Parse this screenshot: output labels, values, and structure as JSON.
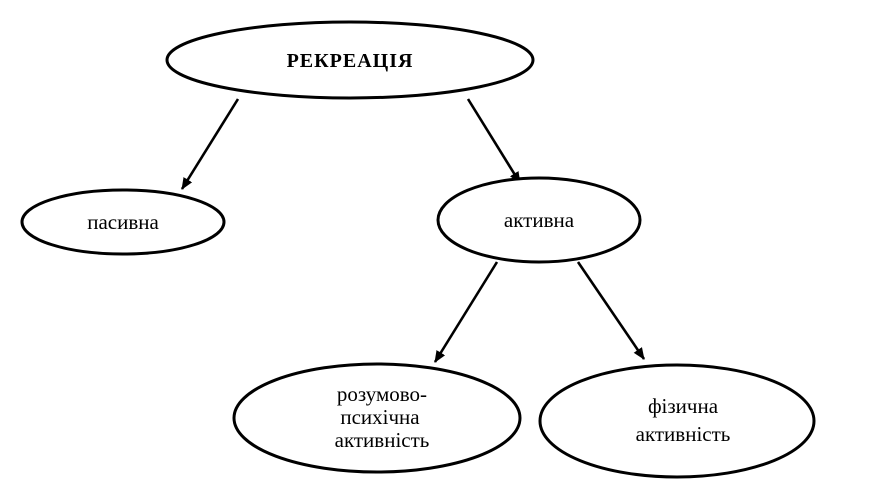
{
  "diagram": {
    "nodes": {
      "root": {
        "label": "РЕКРЕАЦІЯ"
      },
      "passive": {
        "label": "пасивна"
      },
      "active": {
        "label": "активна"
      },
      "mental": {
        "lines": [
          "розумово-",
          "психічна",
          "активність"
        ]
      },
      "physical": {
        "lines": [
          "фізична",
          "активність"
        ]
      }
    },
    "edges": [
      {
        "from": "root",
        "to": "passive"
      },
      {
        "from": "root",
        "to": "active"
      },
      {
        "from": "active",
        "to": "mental"
      },
      {
        "from": "active",
        "to": "physical"
      }
    ]
  }
}
